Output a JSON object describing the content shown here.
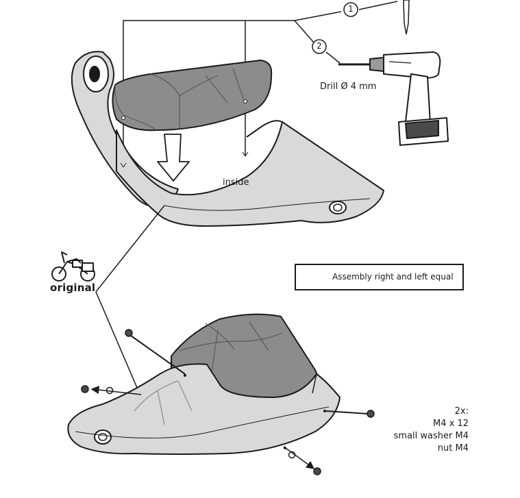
{
  "callouts": {
    "step1": "1",
    "step2": "2"
  },
  "drill_label": "Drill Ø 4 mm",
  "inside_label": "inside",
  "original_label": "original",
  "note": {
    "icon": "pointing-hand-icon",
    "text": "Assembly right and left equal"
  },
  "hardware": {
    "quantity": "2x:",
    "lines": [
      "M4 x 12",
      "small washer M4",
      "nut M4"
    ]
  },
  "colors": {
    "outline": "#1a1a1a",
    "guard_fill": "#d9d9d9",
    "shield_fill": "#8c8c8c",
    "shield_dark": "#6e6e6e"
  }
}
